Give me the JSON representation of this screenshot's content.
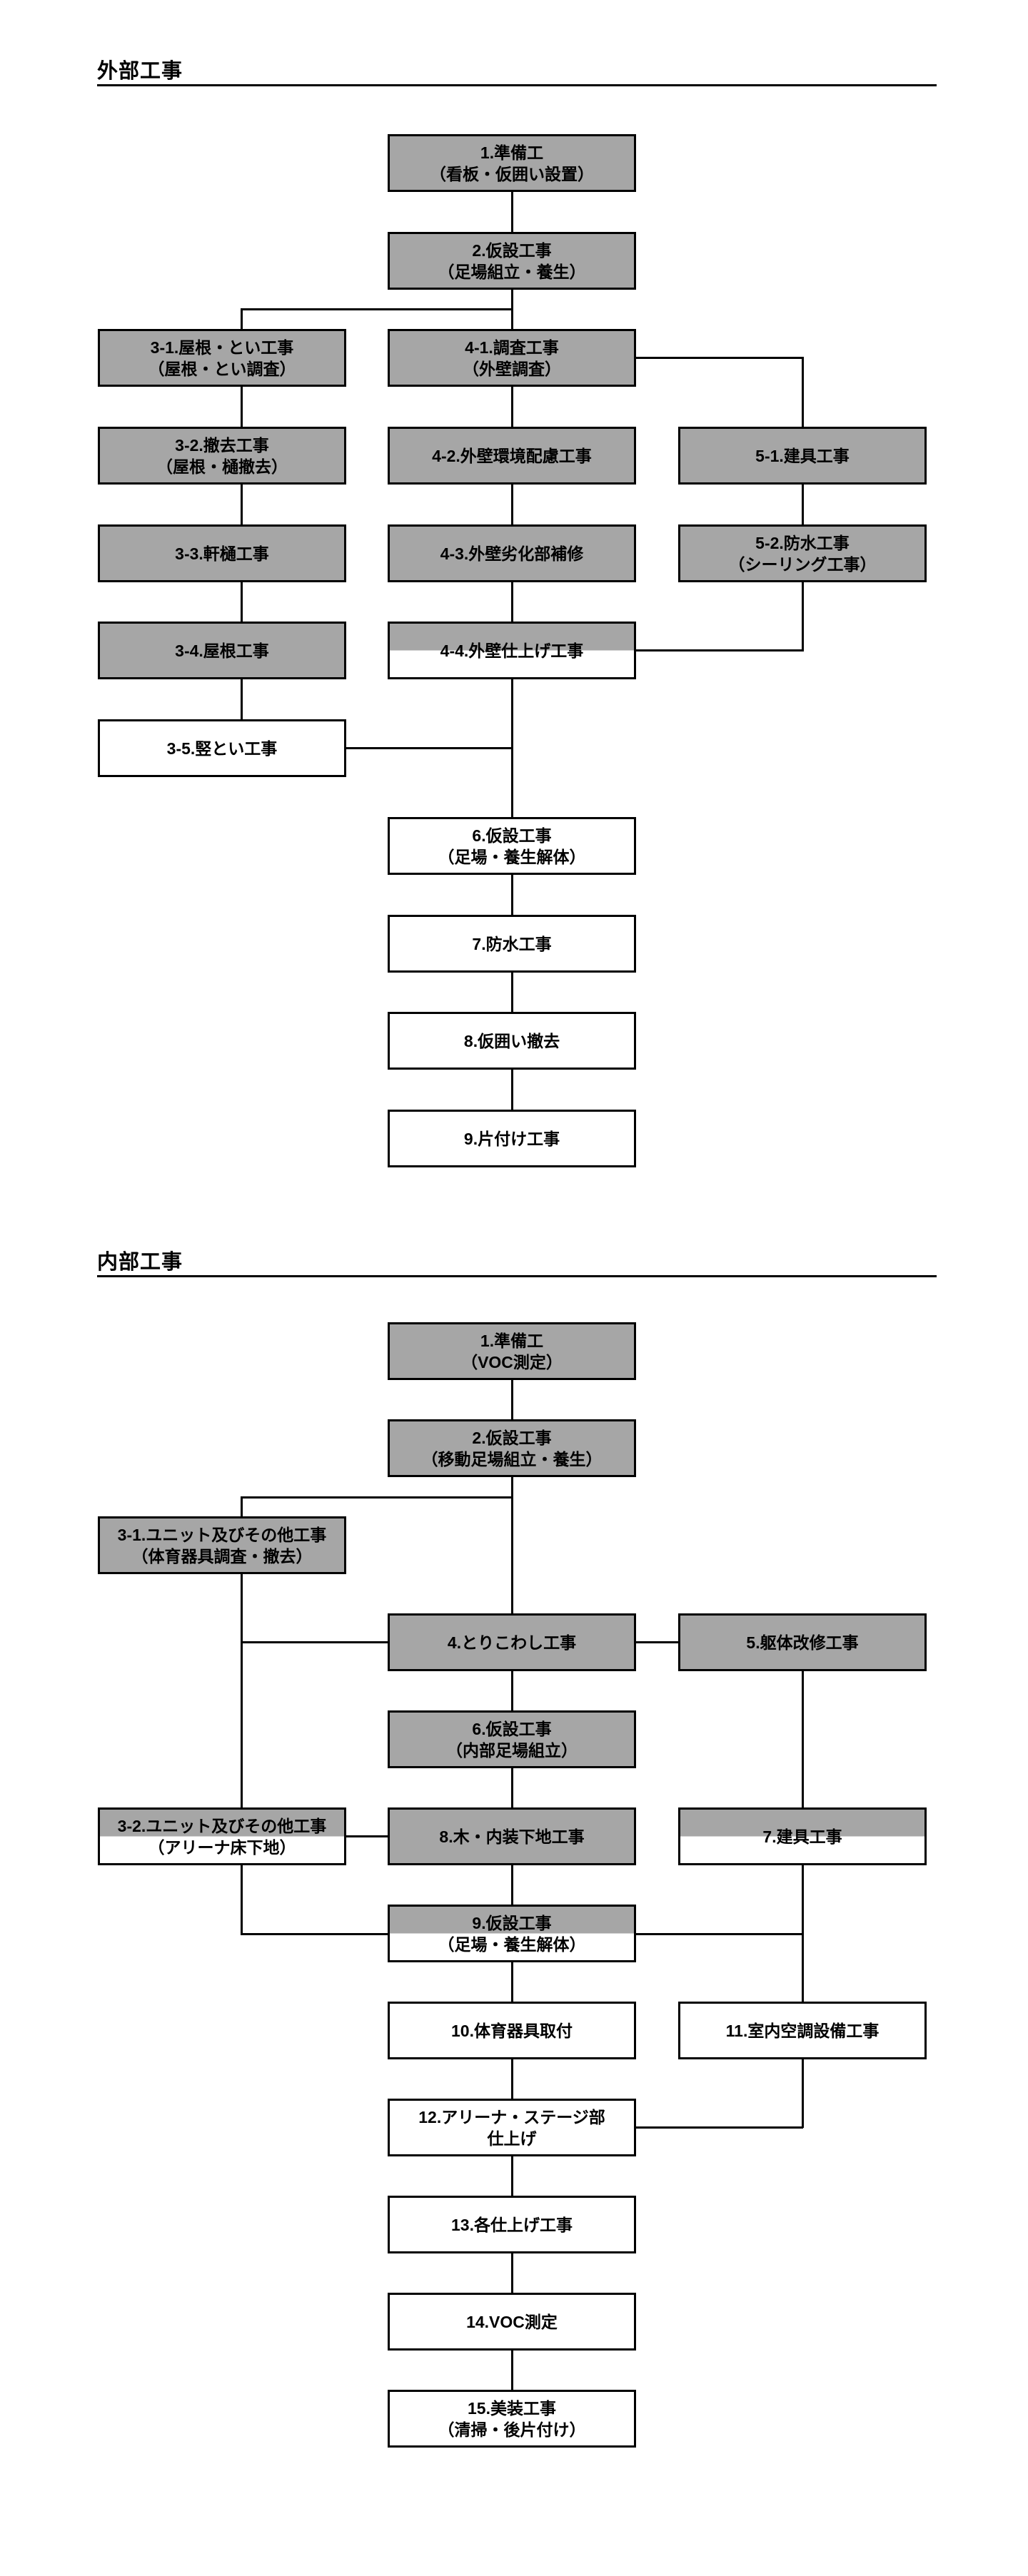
{
  "colors": {
    "box_gray": "#a6a6a6",
    "box_white": "#ffffff",
    "border": "#000000",
    "text": "#000000",
    "background": "#ffffff"
  },
  "sections": [
    {
      "id": "exterior",
      "title": "外部工事",
      "nodes": [
        {
          "id": "1",
          "label": "1.準備工",
          "sub": "（看板・仮囲い設置）",
          "fill": "gray",
          "col": "center",
          "row": 0
        },
        {
          "id": "2",
          "label": "2.仮設工事",
          "sub": "（足場組立・養生）",
          "fill": "gray",
          "col": "center",
          "row": 1
        },
        {
          "id": "3-1",
          "label": "3-1.屋根・とい工事",
          "sub": "（屋根・とい調査）",
          "fill": "gray",
          "col": "left",
          "row": 2
        },
        {
          "id": "4-1",
          "label": "4-1.調査工事",
          "sub": "（外壁調査）",
          "fill": "gray",
          "col": "center",
          "row": 2
        },
        {
          "id": "3-2",
          "label": "3-2.撤去工事",
          "sub": "（屋根・樋撤去）",
          "fill": "gray",
          "col": "left",
          "row": 3
        },
        {
          "id": "4-2",
          "label": "4-2.外壁環境配慮工事",
          "sub": "",
          "fill": "gray",
          "col": "center",
          "row": 3
        },
        {
          "id": "5-1",
          "label": "5-1.建具工事",
          "sub": "",
          "fill": "gray",
          "col": "right",
          "row": 3
        },
        {
          "id": "3-3",
          "label": "3-3.軒樋工事",
          "sub": "",
          "fill": "gray",
          "col": "left",
          "row": 4
        },
        {
          "id": "4-3",
          "label": "4-3.外壁劣化部補修",
          "sub": "",
          "fill": "gray",
          "col": "center",
          "row": 4
        },
        {
          "id": "5-2",
          "label": "5-2.防水工事",
          "sub": "（シーリング工事）",
          "fill": "gray",
          "col": "right",
          "row": 4
        },
        {
          "id": "3-4",
          "label": "3-4.屋根工事",
          "sub": "",
          "fill": "gray",
          "col": "left",
          "row": 5
        },
        {
          "id": "4-4",
          "label": "4-4.外壁仕上げ工事",
          "sub": "",
          "fill": "split",
          "col": "center",
          "row": 5
        },
        {
          "id": "3-5",
          "label": "3-5.竪とい工事",
          "sub": "",
          "fill": "white",
          "col": "left",
          "row": 6
        },
        {
          "id": "6",
          "label": "6.仮設工事",
          "sub": "（足場・養生解体）",
          "fill": "white",
          "col": "center",
          "row": 7
        },
        {
          "id": "7",
          "label": "7.防水工事",
          "sub": "",
          "fill": "white",
          "col": "center",
          "row": 8
        },
        {
          "id": "8",
          "label": "8.仮囲い撤去",
          "sub": "",
          "fill": "white",
          "col": "center",
          "row": 9
        },
        {
          "id": "9",
          "label": "9.片付け工事",
          "sub": "",
          "fill": "white",
          "col": "center",
          "row": 10
        }
      ],
      "edges": [
        [
          "1",
          "2"
        ],
        [
          "2",
          "3-1"
        ],
        [
          "2",
          "4-1"
        ],
        [
          "3-1",
          "3-2"
        ],
        [
          "3-2",
          "3-3"
        ],
        [
          "3-3",
          "3-4"
        ],
        [
          "3-4",
          "3-5"
        ],
        [
          "4-1",
          "4-2"
        ],
        [
          "4-2",
          "4-3"
        ],
        [
          "4-3",
          "4-4"
        ],
        [
          "4-1",
          "5-1"
        ],
        [
          "5-1",
          "5-2"
        ],
        [
          "5-2",
          "4-4"
        ],
        [
          "4-4",
          "6"
        ],
        [
          "3-5",
          "6"
        ],
        [
          "6",
          "7"
        ],
        [
          "7",
          "8"
        ],
        [
          "8",
          "9"
        ]
      ]
    },
    {
      "id": "interior",
      "title": "内部工事",
      "nodes": [
        {
          "id": "1",
          "label": "1.準備工",
          "sub": "（VOC測定）",
          "fill": "gray",
          "col": "center",
          "row": 0
        },
        {
          "id": "2",
          "label": "2.仮設工事",
          "sub": "（移動足場組立・養生）",
          "fill": "gray",
          "col": "center",
          "row": 1
        },
        {
          "id": "3-1",
          "label": "3-1.ユニット及びその他工事",
          "sub": "（体育器具調査・撤去）",
          "fill": "gray",
          "col": "left",
          "row": 2
        },
        {
          "id": "4",
          "label": "4.とりこわし工事",
          "sub": "",
          "fill": "gray",
          "col": "center",
          "row": 3
        },
        {
          "id": "5",
          "label": "5.躯体改修工事",
          "sub": "",
          "fill": "gray",
          "col": "right",
          "row": 3
        },
        {
          "id": "6",
          "label": "6.仮設工事",
          "sub": "（内部足場組立）",
          "fill": "gray",
          "col": "center",
          "row": 4
        },
        {
          "id": "3-2",
          "label": "3-2.ユニット及びその他工事",
          "sub": "（アリーナ床下地）",
          "fill": "split",
          "col": "left",
          "row": 5
        },
        {
          "id": "8",
          "label": "8.木・内装下地工事",
          "sub": "",
          "fill": "gray",
          "col": "center",
          "row": 5
        },
        {
          "id": "7",
          "label": "7.建具工事",
          "sub": "",
          "fill": "split",
          "col": "right",
          "row": 5
        },
        {
          "id": "9",
          "label": "9.仮設工事",
          "sub": "（足場・養生解体）",
          "fill": "split",
          "col": "center",
          "row": 6
        },
        {
          "id": "10",
          "label": "10.体育器具取付",
          "sub": "",
          "fill": "white",
          "col": "center",
          "row": 7
        },
        {
          "id": "11",
          "label": "11.室内空調設備工事",
          "sub": "",
          "fill": "white",
          "col": "right",
          "row": 7
        },
        {
          "id": "12",
          "label": "12.アリーナ・ステージ部",
          "sub": "仕上げ",
          "fill": "white",
          "col": "center",
          "row": 8
        },
        {
          "id": "13",
          "label": "13.各仕上げ工事",
          "sub": "",
          "fill": "white",
          "col": "center",
          "row": 9
        },
        {
          "id": "14",
          "label": "14.VOC測定",
          "sub": "",
          "fill": "white",
          "col": "center",
          "row": 10
        },
        {
          "id": "15",
          "label": "15.美装工事",
          "sub": "（清掃・後片付け）",
          "fill": "white",
          "col": "center",
          "row": 11
        }
      ],
      "edges": [
        [
          "1",
          "2"
        ],
        [
          "2",
          "3-1"
        ],
        [
          "2",
          "4"
        ],
        [
          "3-1",
          "4"
        ],
        [
          "3-1",
          "3-2"
        ],
        [
          "4",
          "5"
        ],
        [
          "4",
          "6"
        ],
        [
          "5",
          "7"
        ],
        [
          "6",
          "8"
        ],
        [
          "3-2",
          "8"
        ],
        [
          "3-2",
          "9"
        ],
        [
          "8",
          "9"
        ],
        [
          "7",
          "11"
        ],
        [
          "9",
          "11"
        ],
        [
          "9",
          "10"
        ],
        [
          "10",
          "12"
        ],
        [
          "11",
          "12"
        ],
        [
          "12",
          "13"
        ],
        [
          "13",
          "14"
        ],
        [
          "14",
          "15"
        ]
      ]
    }
  ]
}
